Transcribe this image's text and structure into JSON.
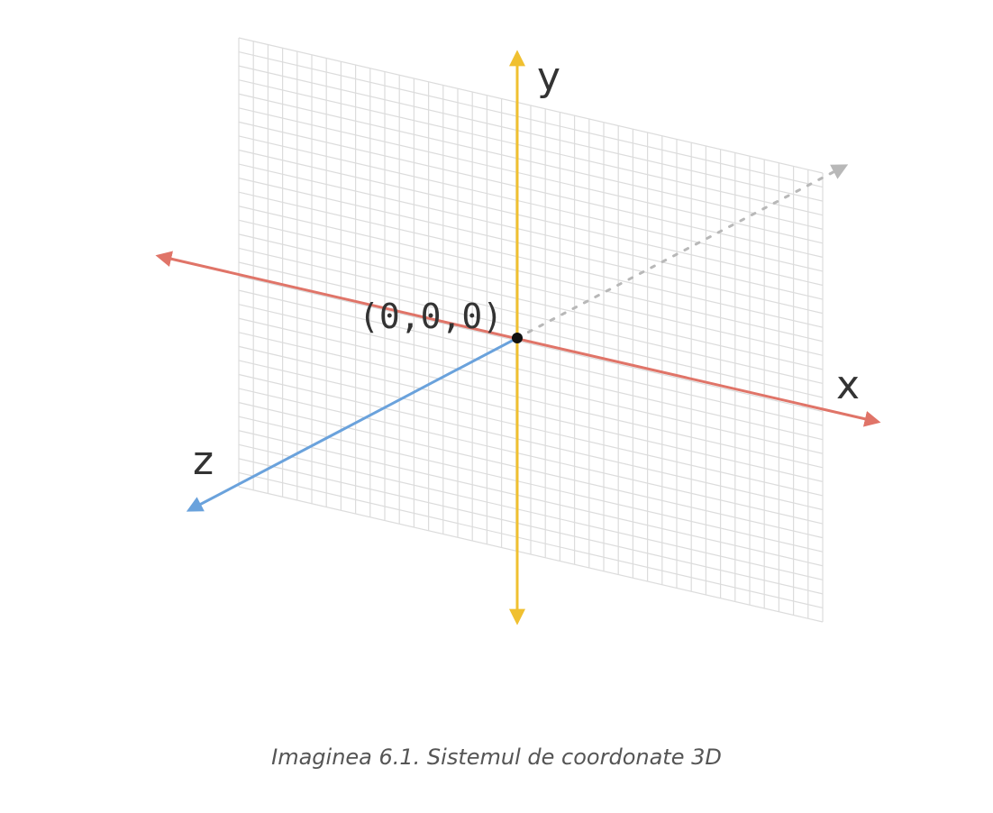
{
  "diagram": {
    "axes": {
      "x": {
        "label": "x",
        "color": "#e07468"
      },
      "y": {
        "label": "y",
        "color": "#f0c030"
      },
      "z": {
        "label": "z",
        "color": "#6aa2dc"
      },
      "depth_dashed": {
        "color": "#b8b8b8"
      }
    },
    "origin": {
      "label": "(0,0,0)",
      "color": "#111111"
    },
    "grid": {
      "color": "#dcdcdc"
    }
  },
  "caption": "Imaginea 6.1. Sistemul de coordonate 3D"
}
